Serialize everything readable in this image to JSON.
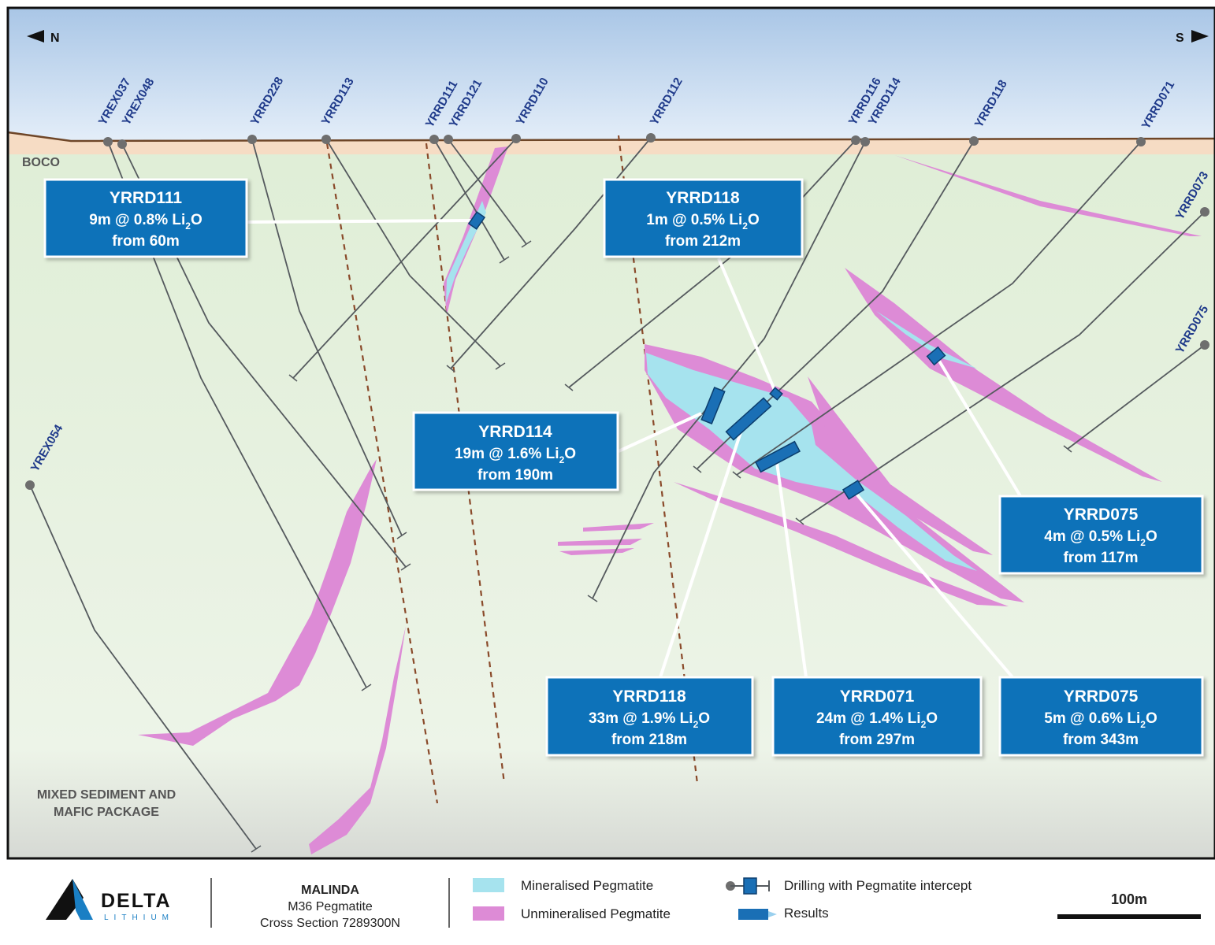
{
  "orientation": {
    "north": "N",
    "south": "S"
  },
  "units": {
    "boco": "BOCO",
    "mixed_line1": "MIXED SEDIMENT AND",
    "mixed_line2": "MAFIC PACKAGE"
  },
  "drillholes": [
    "YREX037",
    "YREX048",
    "YRRD228",
    "YRRD113",
    "YRRD111",
    "YRRD121",
    "YRRD110",
    "YRRD112",
    "YRRD116",
    "YRRD114",
    "YRRD118",
    "YRRD071",
    "YRRD073",
    "YRRD075",
    "YREX054"
  ],
  "callouts": [
    {
      "hole": "YRRD111",
      "prefix": "9m @ 0.8% Li",
      "sub": "2",
      "suffix": "O",
      "from": "from 60m"
    },
    {
      "hole": "YRRD118",
      "prefix": "1m @ 0.5% Li",
      "sub": "2",
      "suffix": "O",
      "from": "from 212m"
    },
    {
      "hole": "YRRD114",
      "prefix": "19m @ 1.6% Li",
      "sub": "2",
      "suffix": "O",
      "from": "from 190m"
    },
    {
      "hole": "YRRD075",
      "prefix": "4m @ 0.5% Li",
      "sub": "2",
      "suffix": "O",
      "from": "from 117m"
    },
    {
      "hole": "YRRD118",
      "prefix": "33m @ 1.9% Li",
      "sub": "2",
      "suffix": "O",
      "from": "from 218m"
    },
    {
      "hole": "YRRD071",
      "prefix": "24m @ 1.4% Li",
      "sub": "2",
      "suffix": "O",
      "from": "from 297m"
    },
    {
      "hole": "YRRD075",
      "prefix": "5m @ 0.6% Li",
      "sub": "2",
      "suffix": "O",
      "from": "from 343m"
    }
  ],
  "footer": {
    "logo_word": "DELTA",
    "logo_sub": "LITHIUM",
    "project": "MALINDA",
    "deposit": "M36 Pegmatite",
    "section": "Cross Section 7289300N",
    "legend": {
      "mineralised": "Mineralised Pegmatite",
      "unmineralised": "Unmineralised Pegmatite",
      "drilling": "Drilling with Pegmatite intercept",
      "results": "Results"
    },
    "scale_label": "100m"
  },
  "colors": {
    "callout_fill": "#0a72b9",
    "mineralised": "#a6e3ee",
    "unmineralised": "#dd8bd6",
    "drill_line": "#555a5e",
    "fault": "#8a4a2a",
    "surface": "#6e4628"
  }
}
